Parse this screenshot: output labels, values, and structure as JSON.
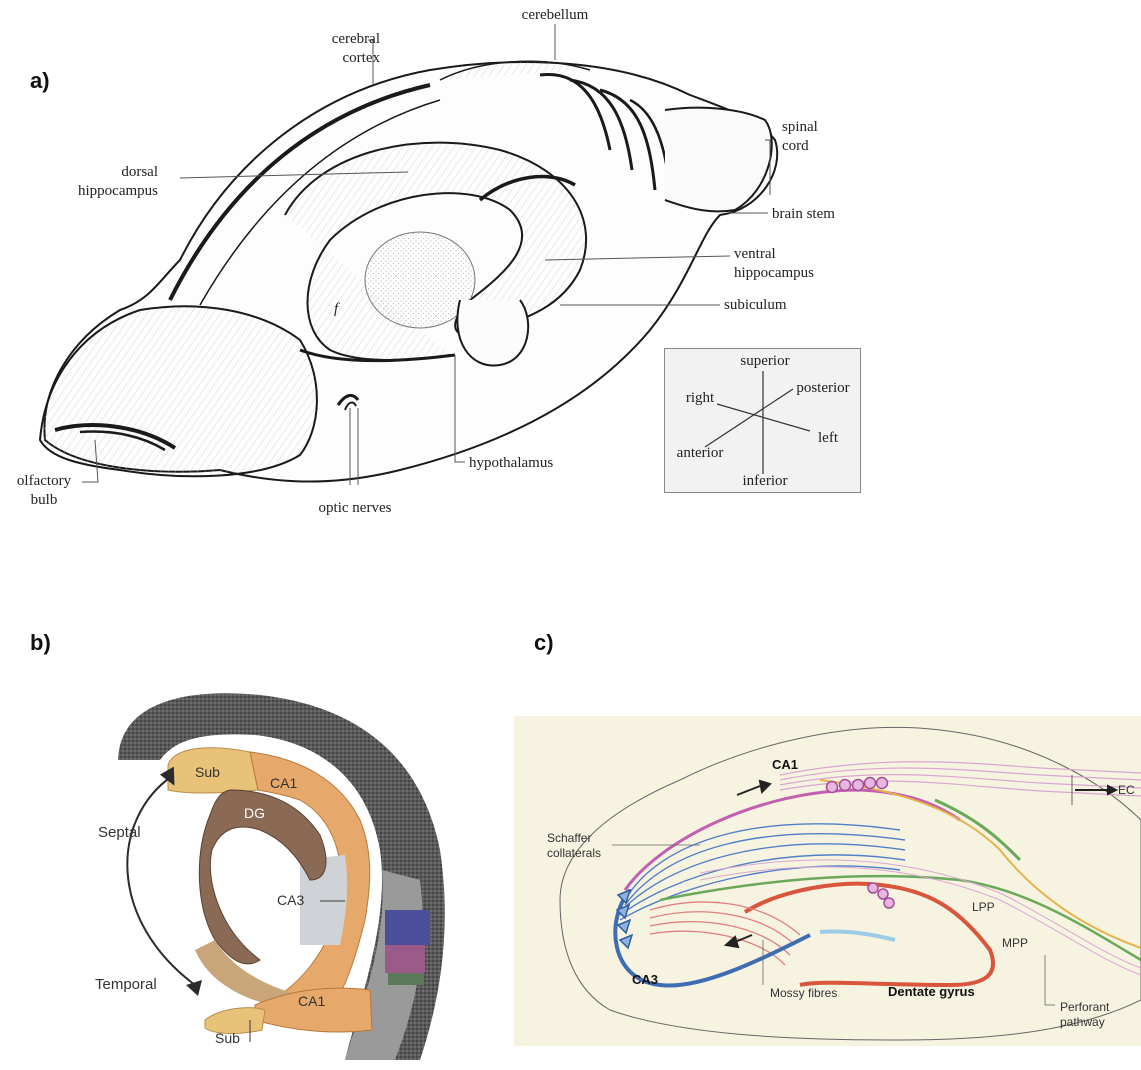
{
  "panels": {
    "a": "a)",
    "b": "b)",
    "c": "c)"
  },
  "panel_a": {
    "labels": {
      "cerebellum": "cerebellum",
      "cerebral_cortex": "cerebral\ncortex",
      "spinal_cord": "spinal\ncord",
      "dorsal_hippocampus": "dorsal\nhippocampus",
      "brain_stem": "brain stem",
      "ventral_hippocampus": "ventral\nhippocampus",
      "subiculum": "subiculum",
      "fornix": "f",
      "hypothalamus": "hypothalamus",
      "olfactory_bulb": "olfactory\nbulb",
      "optic_nerves": "optic nerves"
    },
    "orientation": {
      "superior": "superior",
      "inferior": "inferior",
      "right": "right",
      "posterior": "posterior",
      "anterior": "anterior",
      "left": "left"
    }
  },
  "panel_b": {
    "labels": {
      "sub_top": "Sub",
      "ca1_top": "CA1",
      "dg": "DG",
      "septal": "Septal",
      "ca3": "CA3",
      "temporal": "Temporal",
      "ca1_bottom": "CA1",
      "sub_bottom": "Sub"
    },
    "colors": {
      "sub": "#e9c27a",
      "ca1": "#e6a96b",
      "dg": "#8a6a55",
      "ca3": "#cfd3d8",
      "cortex": "#3a3a3a",
      "blue_patch": "#4b4f9a",
      "pink_patch": "#9a5a8a"
    }
  },
  "panel_c": {
    "labels": {
      "ca1": "CA1",
      "ec": "EC",
      "schaffer_collaterals": "Schaffer\ncollaterals",
      "lpp": "LPP",
      "mpp": "MPP",
      "ca3": "CA3",
      "mossy_fibres": "Mossy fibres",
      "dentate_gyrus": "Dentate gyrus",
      "perforant_pathway": "Perforant\npathway"
    },
    "colors": {
      "background": "#f7f3e1",
      "ca1_axon": "#c35fb0",
      "ca3_axon": "#3f6db3",
      "dentate": "#d9553c",
      "mossy": "#e07f7f",
      "perforant_green": "#6aa85a",
      "perforant_yellow": "#e6b24a",
      "schaffer": "#4f7fc7",
      "light_blue": "#9ccbe6"
    }
  }
}
